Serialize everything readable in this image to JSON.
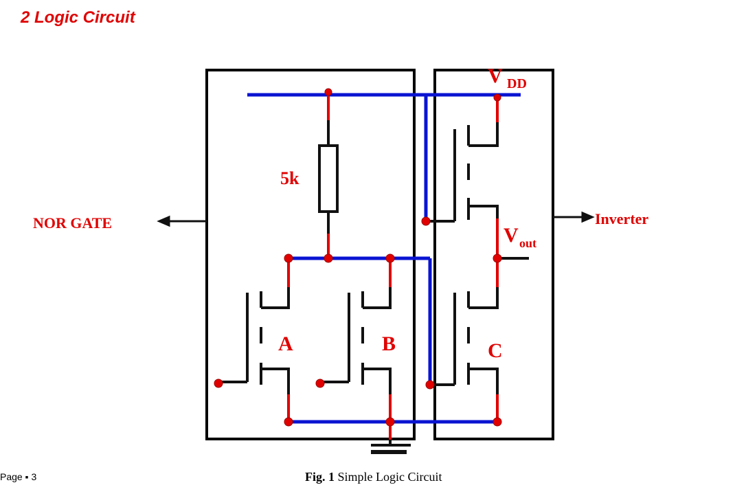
{
  "heading": "2 Logic Circuit",
  "page_label": "Page ▪ 3",
  "caption": {
    "prefix": "Fig. 1",
    "text": "Simple Logic Circuit"
  },
  "diagram": {
    "nor_gate_label": "NOR GATE",
    "inverter_label": "Inverter",
    "resistor_label": "5k",
    "vdd_main": "V",
    "vdd_sub": "DD",
    "vout_main": "V",
    "vout_sub": "out",
    "transistor_a": "A",
    "transistor_b": "B",
    "transistor_c": "C",
    "colors": {
      "wire": "#0a14d2",
      "lead": "#e00000",
      "body": "#111111",
      "label": "#e00000"
    }
  }
}
